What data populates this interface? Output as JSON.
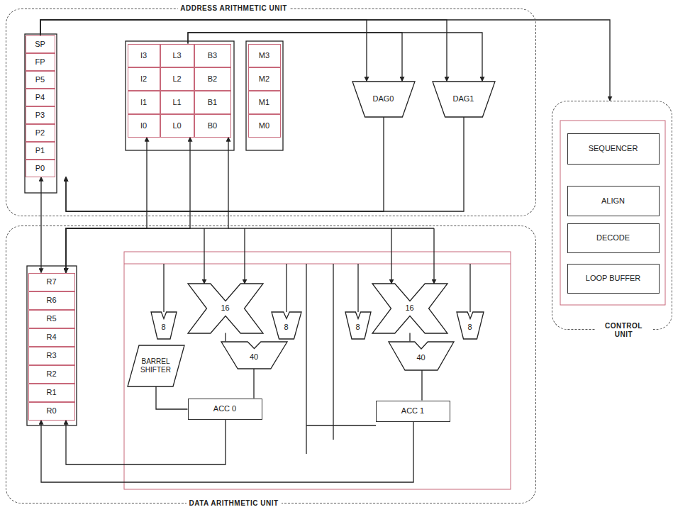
{
  "diagram": {
    "nodes": [
      {
        "text": [
          "ADDRESS ARITHMETIC UNIT"
        ]
      },
      {
        "text": [
          "SP"
        ],
        "in": 0
      },
      {
        "text": [
          "FP"
        ],
        "in": 0
      },
      {
        "text": [
          "P5"
        ],
        "in": 0
      },
      {
        "text": [
          "P4"
        ],
        "in": 0
      },
      {
        "text": [
          "P3"
        ],
        "in": 0
      },
      {
        "text": [
          "P2"
        ],
        "in": 0
      },
      {
        "text": [
          "P1"
        ],
        "in": 0
      },
      {
        "text": [
          "P0"
        ],
        "in": 0
      },
      {
        "text": [
          "I3"
        ],
        "in": 0
      },
      {
        "text": [
          "L3"
        ],
        "in": 0
      },
      {
        "text": [
          "B3"
        ],
        "in": 0
      },
      {
        "text": [
          "M3"
        ],
        "in": 0
      },
      {
        "text": [
          "I2"
        ],
        "in": 0
      },
      {
        "text": [
          "L2"
        ],
        "in": 0
      },
      {
        "text": [
          "B2"
        ],
        "in": 0
      },
      {
        "text": [
          "M2"
        ],
        "in": 0
      },
      {
        "text": [
          "I1"
        ],
        "in": 0
      },
      {
        "text": [
          "L1"
        ],
        "in": 0
      },
      {
        "text": [
          "B1"
        ],
        "in": 0
      },
      {
        "text": [
          "M1"
        ],
        "in": 0
      },
      {
        "text": [
          "I0"
        ],
        "in": 0
      },
      {
        "text": [
          "L0"
        ],
        "in": 0
      },
      {
        "text": [
          "B0"
        ],
        "in": 0
      },
      {
        "text": [
          "M0"
        ],
        "in": 0
      },
      {
        "text": [
          "DAG0"
        ],
        "in": 0
      },
      {
        "text": [
          "DAG1"
        ],
        "in": 0
      },
      {
        "text": [
          "CONTROL UNIT"
        ]
      },
      {
        "text": [
          "SEQUENCER"
        ],
        "in": 27
      },
      {
        "text": [
          "ALIGN"
        ],
        "in": 27
      },
      {
        "text": [
          "DECODE"
        ],
        "in": 27
      },
      {
        "text": [
          "LOOP BUFFER"
        ],
        "in": 27
      },
      {
        "text": [
          "DATA ARITHMETIC UNIT"
        ]
      },
      {
        "text": [
          "R7"
        ],
        "in": 32
      },
      {
        "text": [
          "R6"
        ],
        "in": 32
      },
      {
        "text": [
          "R5"
        ],
        "in": 32
      },
      {
        "text": [
          "R4"
        ],
        "in": 32
      },
      {
        "text": [
          "R3"
        ],
        "in": 32
      },
      {
        "text": [
          "R2"
        ],
        "in": 32
      },
      {
        "text": [
          "R1"
        ],
        "in": 32
      },
      {
        "text": [
          "R0"
        ],
        "in": 32
      },
      {
        "text": [
          "8"
        ],
        "in": 32
      },
      {
        "text": [
          "16"
        ],
        "in": 32
      },
      {
        "text": [
          "8"
        ],
        "in": 32
      },
      {
        "text": [
          "8"
        ],
        "in": 32
      },
      {
        "text": [
          "16"
        ],
        "in": 32
      },
      {
        "text": [
          "8"
        ],
        "in": 32
      },
      {
        "text": [
          "BARREL SHIFTER"
        ],
        "in": 32
      },
      {
        "text": [
          "40"
        ],
        "in": 32
      },
      {
        "text": [
          "40"
        ],
        "in": 32
      },
      {
        "text": [
          "ACC 0"
        ],
        "in": 32
      },
      {
        "text": [
          "ACC 1"
        ],
        "in": 32
      }
    ],
    "edges": [
      {
        "from": 1,
        "to": 25,
        "arrow": "to"
      },
      {
        "from": 1,
        "to": 26,
        "arrow": "to"
      },
      {
        "from": 1,
        "to": 27,
        "arrow": "to"
      },
      {
        "from": 10,
        "to": 25,
        "arrow": "to"
      },
      {
        "from": 10,
        "to": 26,
        "arrow": "to"
      },
      {
        "from": 8,
        "to": 33,
        "arrow": "both"
      },
      {
        "from": 25,
        "to": 8,
        "arrow": "to"
      },
      {
        "from": 26,
        "to": 8,
        "arrow": "to"
      },
      {
        "from": 33,
        "to": 21,
        "arrow": "both"
      },
      {
        "from": 33,
        "to": 22,
        "arrow": "both"
      },
      {
        "from": 33,
        "to": 23,
        "arrow": "both"
      },
      {
        "from": 50,
        "to": 40,
        "arrow": "to"
      },
      {
        "from": 51,
        "to": 40,
        "arrow": "to"
      },
      {
        "from": 42,
        "to": 48,
        "arrow": "none"
      },
      {
        "from": 48,
        "to": 50,
        "arrow": "none"
      },
      {
        "from": 47,
        "to": 50,
        "arrow": "none"
      },
      {
        "from": 45,
        "to": 49,
        "arrow": "none"
      },
      {
        "from": 49,
        "to": 51,
        "arrow": "none"
      }
    ]
  }
}
